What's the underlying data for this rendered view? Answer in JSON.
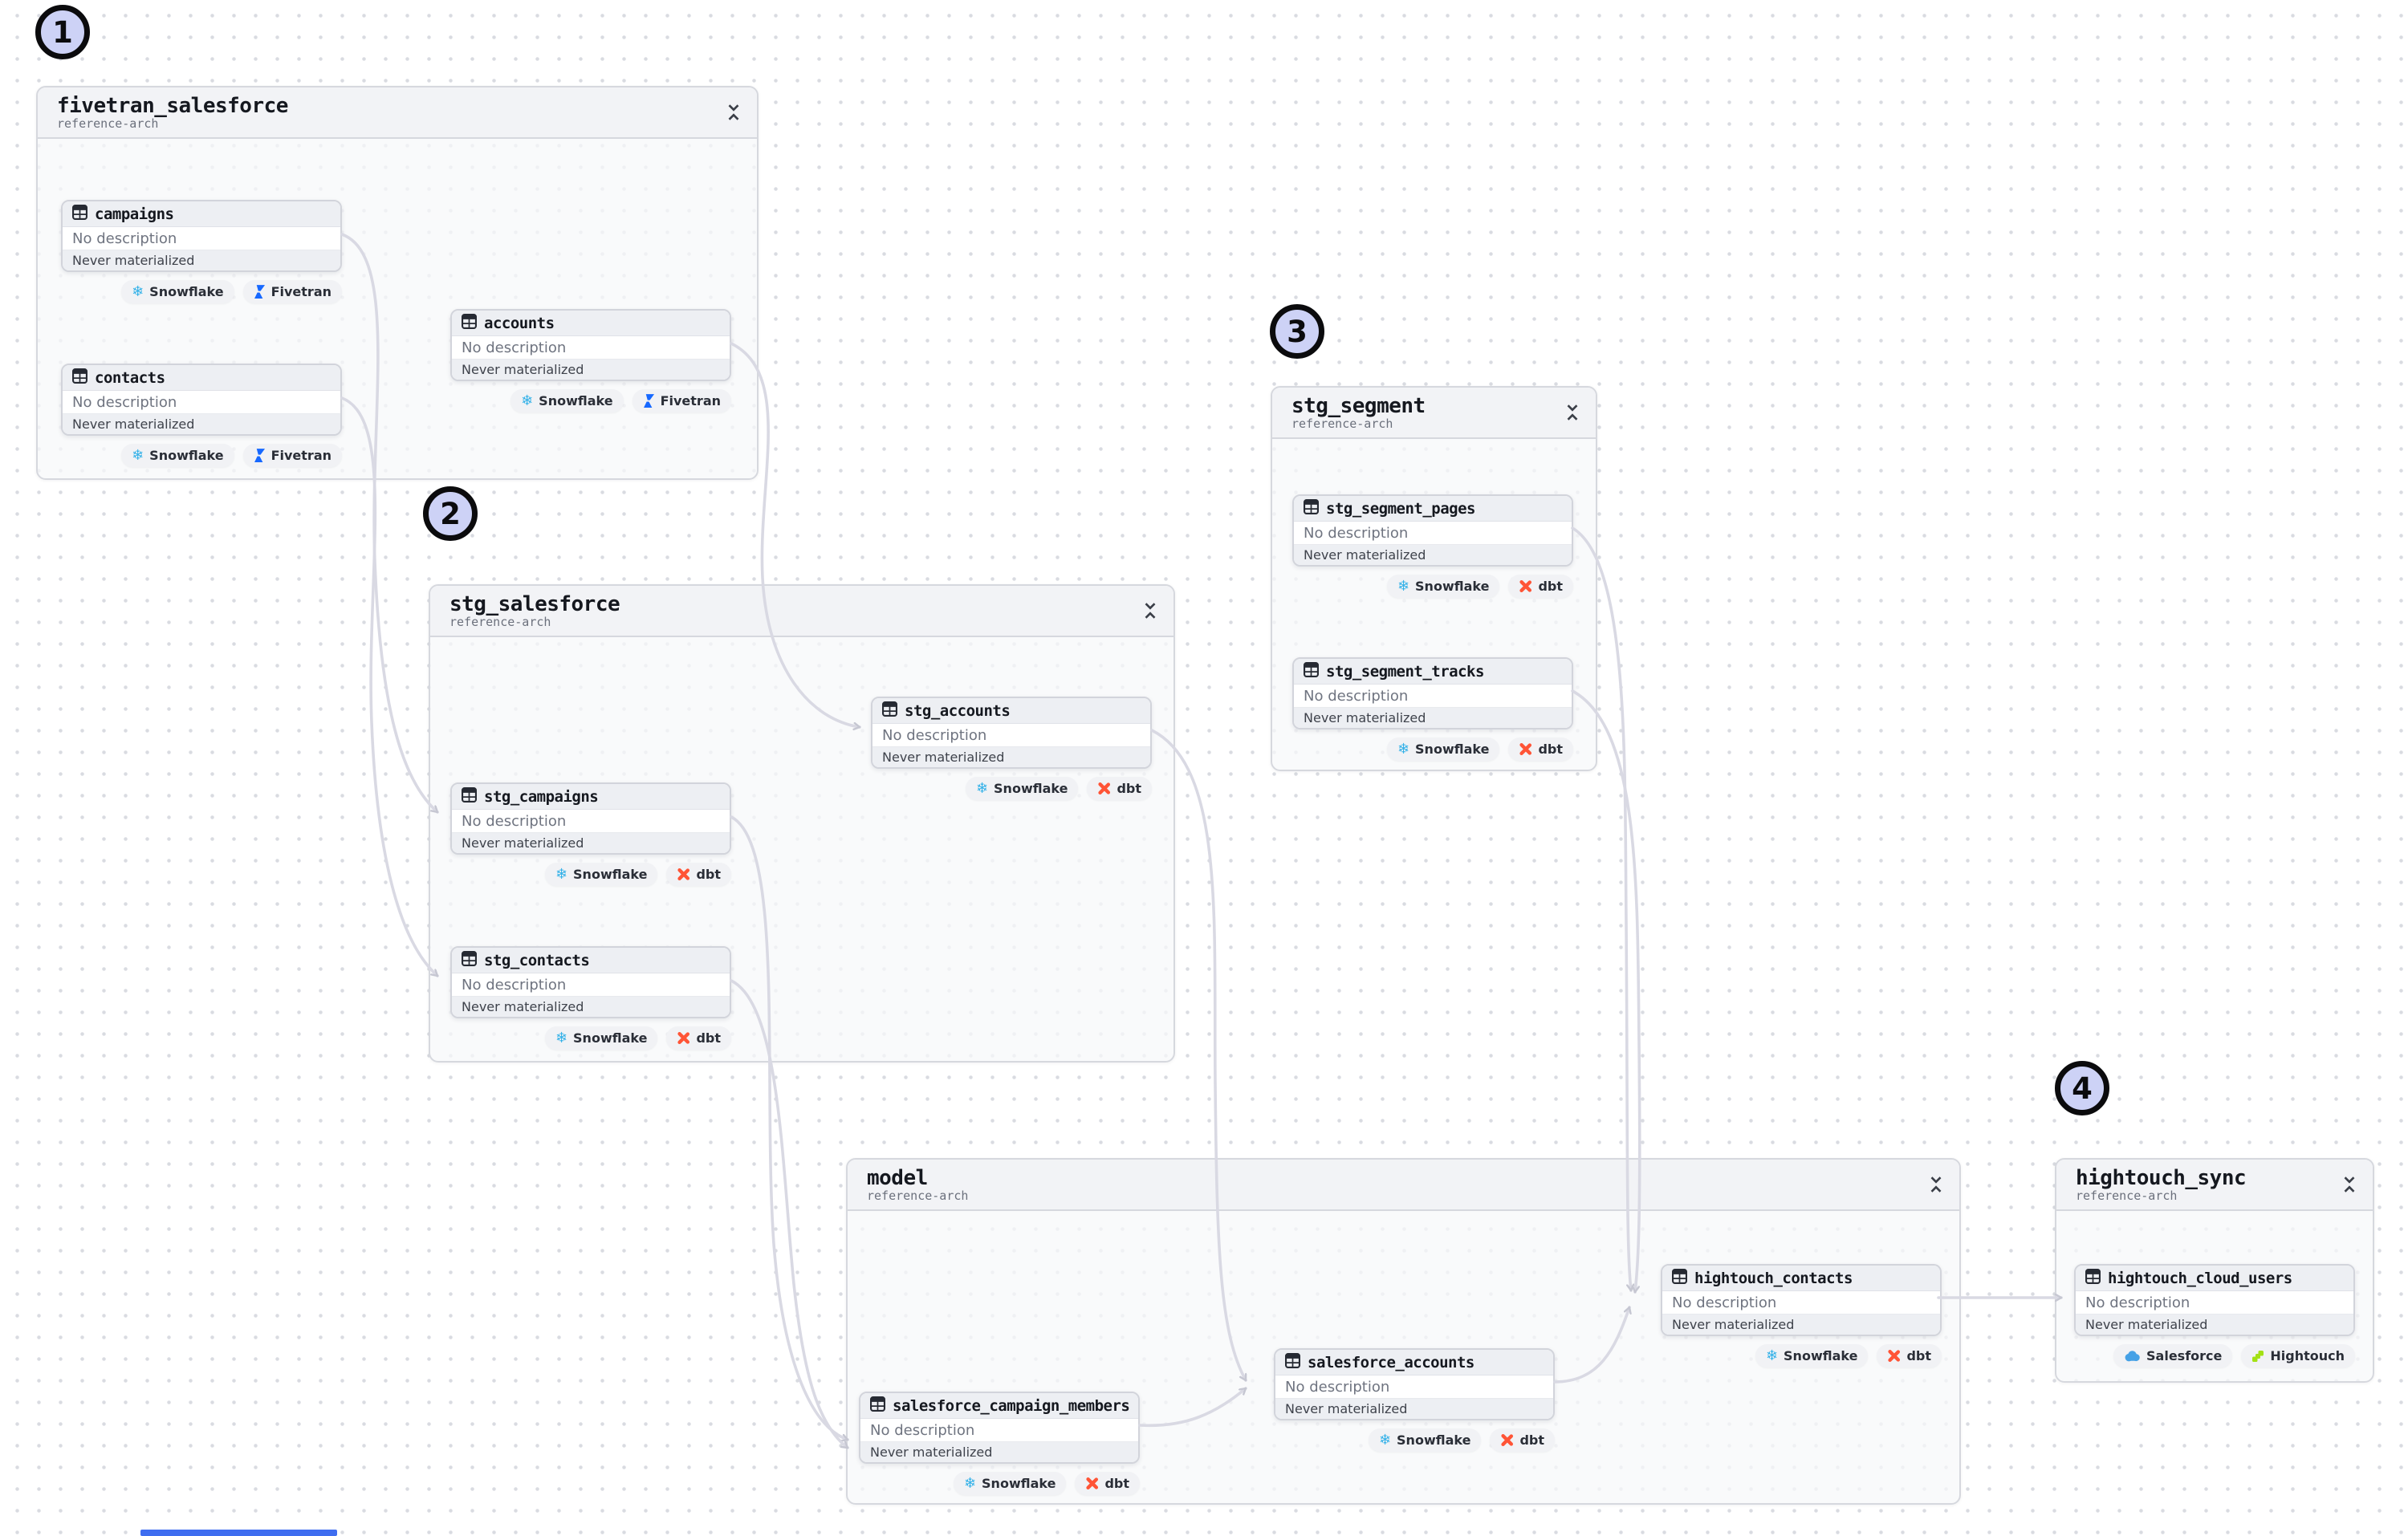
{
  "common": {
    "description": "No description",
    "status": "Never materialized"
  },
  "groups": [
    {
      "title": "fivetran_salesforce",
      "subtitle": "reference-arch"
    },
    {
      "title": "stg_salesforce",
      "subtitle": "reference-arch"
    },
    {
      "title": "stg_segment",
      "subtitle": "reference-arch"
    },
    {
      "title": "model",
      "subtitle": "reference-arch"
    },
    {
      "title": "hightouch_sync",
      "subtitle": "reference-arch"
    }
  ],
  "nodes": {
    "campaigns": {
      "title": "campaigns"
    },
    "contacts": {
      "title": "contacts"
    },
    "accounts": {
      "title": "accounts"
    },
    "stg_accounts": {
      "title": "stg_accounts"
    },
    "stg_campaigns": {
      "title": "stg_campaigns"
    },
    "stg_contacts": {
      "title": "stg_contacts"
    },
    "stg_segment_pages": {
      "title": "stg_segment_pages"
    },
    "stg_segment_tracks": {
      "title": "stg_segment_tracks"
    },
    "salesforce_campaign_members": {
      "title": "salesforce_campaign_members"
    },
    "salesforce_accounts": {
      "title": "salesforce_accounts"
    },
    "hightouch_contacts": {
      "title": "hightouch_contacts"
    },
    "hightouch_cloud_users": {
      "title": "hightouch_cloud_users"
    }
  },
  "badges": {
    "snowflake": {
      "label": "Snowflake",
      "color": "#33b1e8"
    },
    "fivetran": {
      "label": "Fivetran",
      "color": "#1668ff"
    },
    "dbt": {
      "label": "dbt",
      "color": "#ff5436"
    },
    "salesforce": {
      "label": "Salesforce",
      "color": "#45a1e6"
    },
    "hightouch": {
      "label": "Hightouch",
      "color": "#a3e114"
    }
  },
  "annotations": [
    {
      "label": "1"
    },
    {
      "label": "2"
    },
    {
      "label": "3"
    },
    {
      "label": "4"
    }
  ],
  "edge_color": "#d9d9e3"
}
